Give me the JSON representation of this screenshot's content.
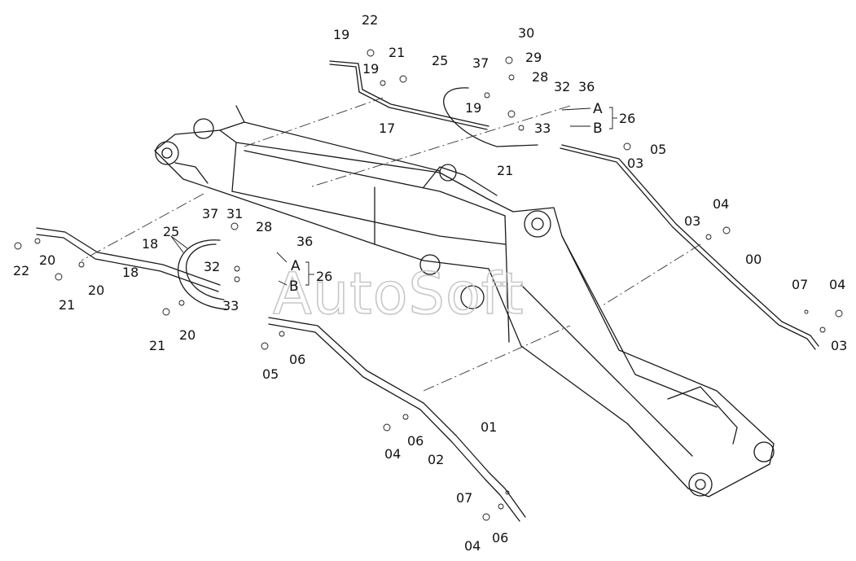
{
  "watermark": "AutoSoft",
  "callouts": {
    "c22a": "22",
    "c19a": "19",
    "c19b": "19",
    "c21a": "21",
    "c17": "17",
    "c25a": "25",
    "c37a": "37",
    "c30": "30",
    "c29": "29",
    "c28a": "28",
    "c32a": "32",
    "c36a": "36",
    "c19c": "19",
    "c33a": "33",
    "c21b": "21",
    "cA1": "A",
    "cB1": "B",
    "c26a": "26",
    "c05a": "05",
    "c03a": "03",
    "c04a": "04",
    "c03b": "03",
    "c00": "00",
    "c07a": "07",
    "c04b": "04",
    "c03c": "03",
    "c37b": "37",
    "c31": "31",
    "c25b": "25",
    "c28b": "28",
    "c36b": "36",
    "c32b": "32",
    "cA2": "A",
    "cB2": "B",
    "c26b": "26",
    "c33b": "33",
    "c18a": "18",
    "c18b": "18",
    "c22b": "22",
    "c20a": "20",
    "c20b": "20",
    "c21c": "21",
    "c20c": "20",
    "c21d": "21",
    "c05b": "05",
    "c06a": "06",
    "c01": "01",
    "c04c": "04",
    "c06b": "06",
    "c02": "02",
    "c07b": "07",
    "c04d": "04",
    "c06c": "06"
  }
}
